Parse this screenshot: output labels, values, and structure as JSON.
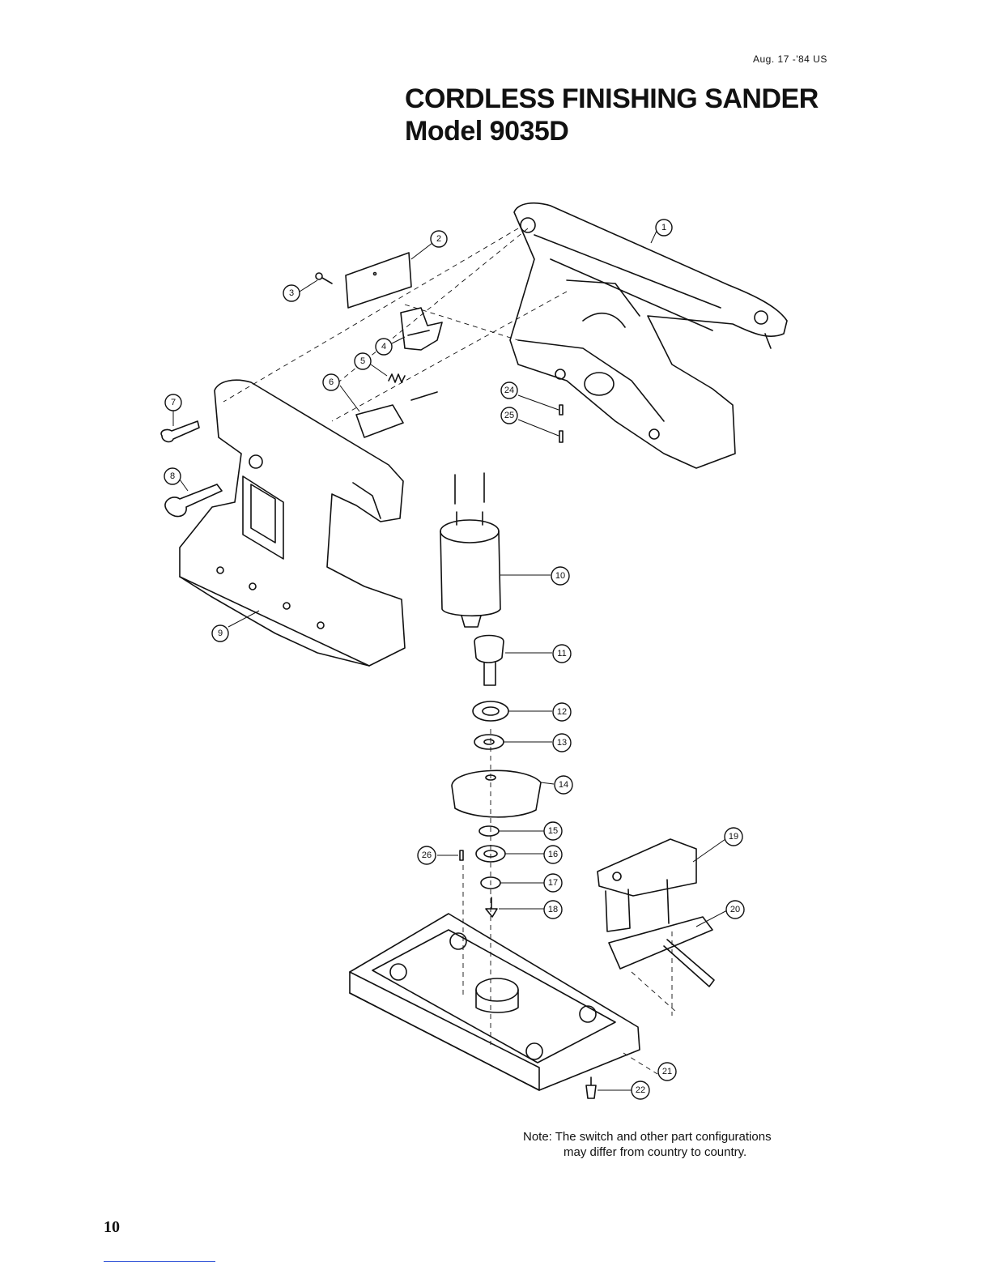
{
  "header": {
    "date": "Aug. 17 -'84 US",
    "title_line1": "CORDLESS FINISHING SANDER",
    "title_line2": "Model 9035D"
  },
  "part_numbers": [
    "1",
    "2",
    "3",
    "4",
    "5",
    "6",
    "7",
    "8",
    "9",
    "10",
    "11",
    "12",
    "13",
    "14",
    "15",
    "16",
    "17",
    "18",
    "19",
    "20",
    "21",
    "22",
    "24",
    "25",
    "26"
  ],
  "note": {
    "line1": "Note: The switch and other part configurations",
    "line2": "may differ from country to country."
  },
  "footer": {
    "page_number": "10"
  }
}
